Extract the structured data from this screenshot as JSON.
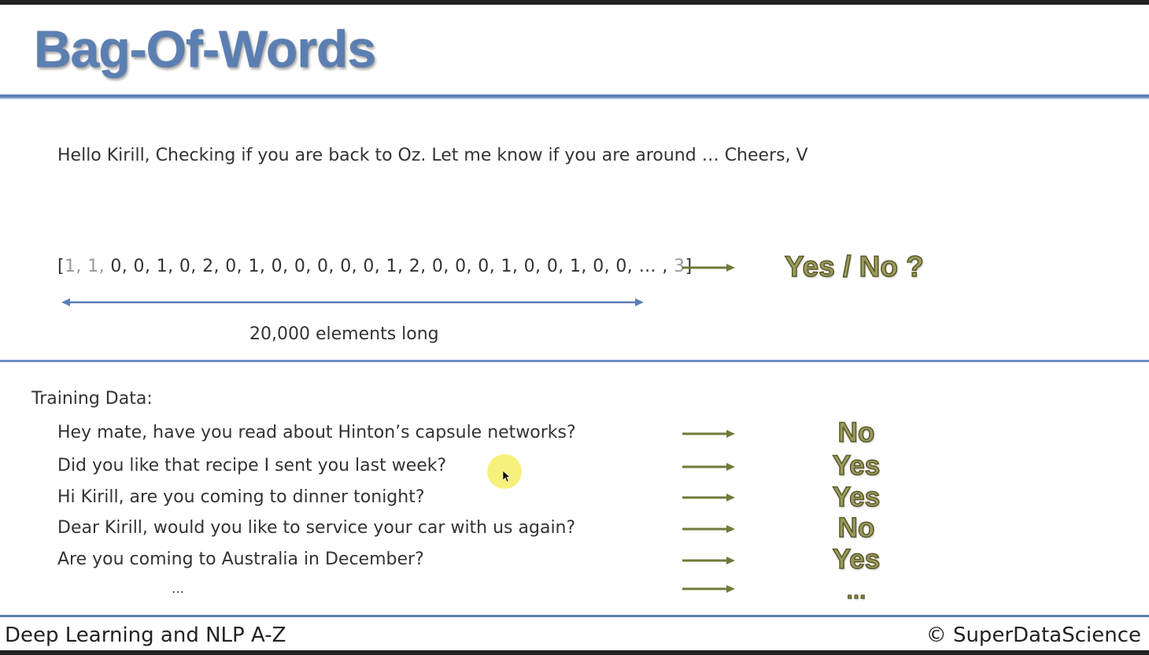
{
  "slide": {
    "title": "Bag-Of-Words",
    "email_text": "Hello Kirill, Checking if you are back to Oz. Let me know if you are around … Cheers, V",
    "vector": {
      "open": "[",
      "faded_prefix": "1, 1, ",
      "body": "0, 0, 1, 0, 2, 0, 1, 0, 0, 0, 0, 0, 1, 2, 0, 0, 0, 1, 0, 0, 1, 0, 0, … , ",
      "faded_suffix": "3",
      "close": "]"
    },
    "vector_length_label": "20,000 elements long",
    "question": "Yes / No ?",
    "training_title": "Training Data:",
    "training_rows": [
      {
        "text": "Hey mate, have you read about Hinton’s capsule networks?",
        "label": "No"
      },
      {
        "text": "Did you like that recipe I sent you last week?",
        "label": "Yes"
      },
      {
        "text": "Hi Kirill, are you coming to dinner tonight?",
        "label": "Yes"
      },
      {
        "text": "Dear Kirill, would you like to service your car with us again?",
        "label": "No"
      },
      {
        "text": "Are you coming to Australia in December?",
        "label": "Yes"
      }
    ],
    "ellipsis_text": "…",
    "ellipsis_label": "…"
  },
  "footer": {
    "course_title": "Deep Learning and NLP A-Z",
    "copyright": "© SuperDataScience"
  },
  "colors": {
    "title_blue": "#5b7fb2",
    "arrow_green": "#6f7a3a",
    "answer_fill": "#9a9a60",
    "cursor_highlight": "#f5eb50"
  }
}
